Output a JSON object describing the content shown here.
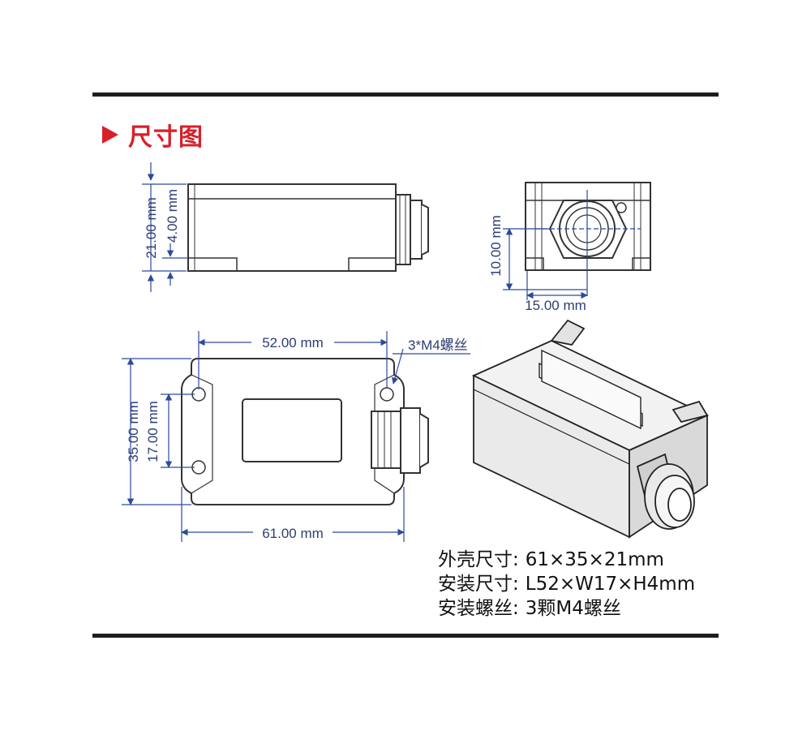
{
  "title": "尺寸图",
  "dimensions": {
    "side_height": "21.00 mm",
    "side_offset": "4.00 mm",
    "end_height": "10.00 mm",
    "end_width": "15.00 mm",
    "top_span": "52.00 mm",
    "screw_note": "3*M4螺丝",
    "top_height": "35.00 mm",
    "mount_height": "17.00 mm",
    "total_length": "61.00 mm"
  },
  "specs": [
    {
      "label": "外壳尺寸:",
      "value": "61×35×21mm"
    },
    {
      "label": "安装尺寸:",
      "value": "L52×W17×H4mm"
    },
    {
      "label": "安装螺丝:",
      "value": "3颗M4螺丝"
    }
  ],
  "colors": {
    "accent": "#d8202a",
    "dimension": "#2c4a9a",
    "outline": "#333333"
  }
}
